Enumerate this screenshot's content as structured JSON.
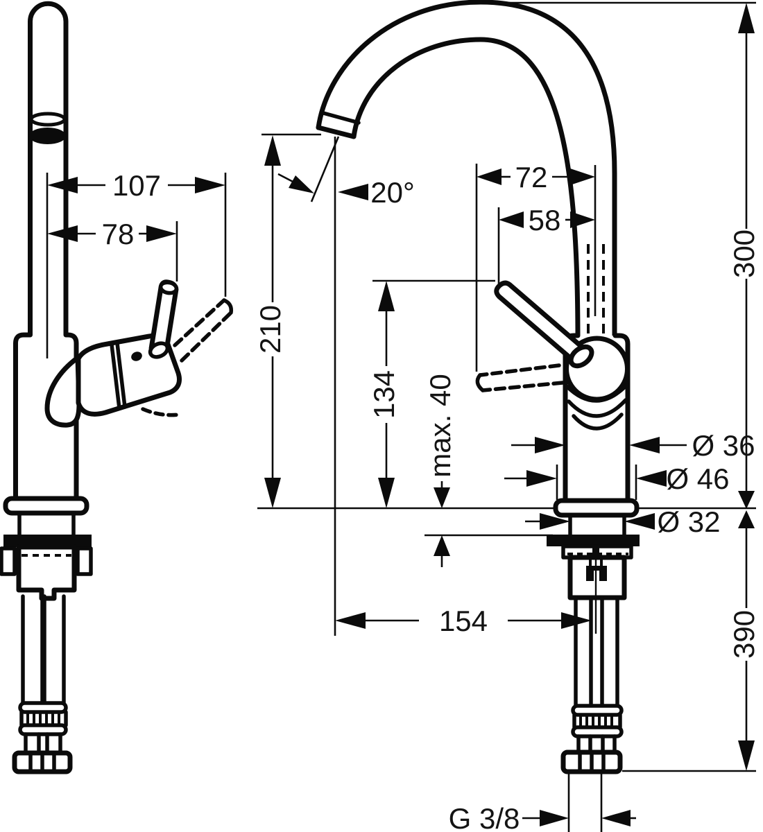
{
  "drawing": {
    "background": "#ffffff",
    "line_color": "#0b0b0b",
    "views": {
      "left": {
        "dims": {
          "spout_to_handle_max": "107",
          "spout_to_handle": "78"
        }
      },
      "right": {
        "dims": {
          "outlet_angle": "20°",
          "center_to_handle_max": "72",
          "center_to_handle": "58",
          "spout_height": "210",
          "overall_height": "300",
          "handle_height": "134",
          "max_mounting_thickness": "max. 40",
          "body_diameter": "Ø 36",
          "base_diameter": "Ø 46",
          "shank_diameter": "Ø 32",
          "footprint_depth": "154",
          "hose_drop": "390",
          "supply_thread": "G 3/8"
        }
      }
    }
  }
}
